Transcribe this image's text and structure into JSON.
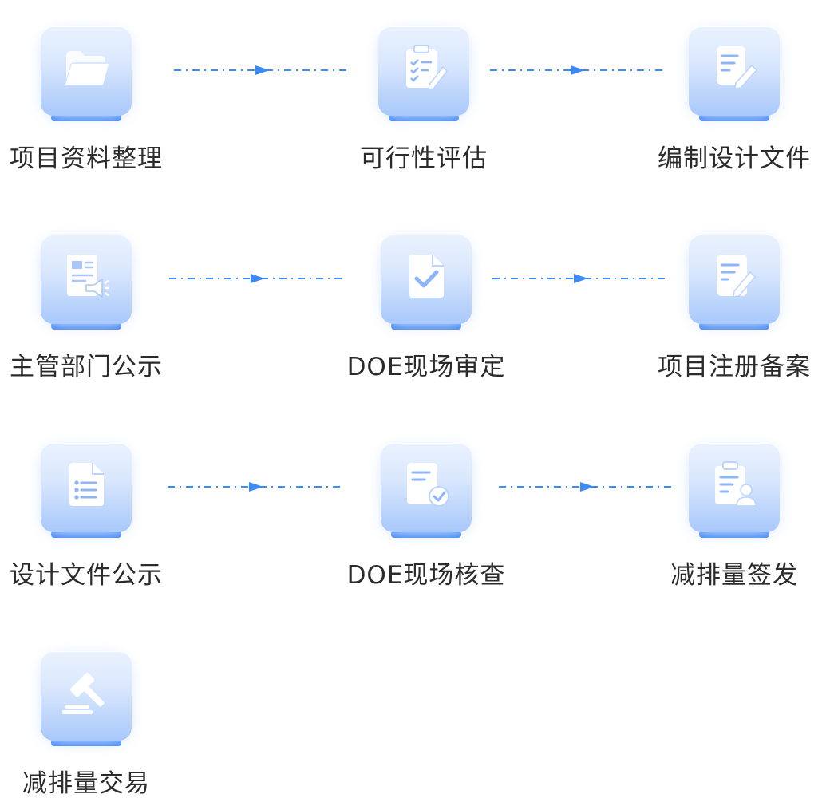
{
  "steps": [
    {
      "label": "项目资料整理",
      "icon": "folder-icon"
    },
    {
      "label": "可行性评估",
      "icon": "clipboard-checklist-icon"
    },
    {
      "label": "编制设计文件",
      "icon": "document-edit-icon"
    },
    {
      "label": "主管部门公示",
      "icon": "announcement-document-icon"
    },
    {
      "label": "DOE现场审定",
      "icon": "document-check-icon"
    },
    {
      "label": "项目注册备案",
      "icon": "document-register-icon"
    },
    {
      "label": "设计文件公示",
      "icon": "document-list-icon"
    },
    {
      "label": "DOE现场核查",
      "icon": "document-verify-icon"
    },
    {
      "label": "减排量签发",
      "icon": "clipboard-user-icon"
    },
    {
      "label": "减排量交易",
      "icon": "gavel-icon"
    }
  ],
  "colors": {
    "accent": "#2f7cf6",
    "tile_light": "#eaf2fe",
    "tile_dark": "#a8c8fb",
    "connector": "#3b8af5",
    "text": "#2b2b2b"
  }
}
